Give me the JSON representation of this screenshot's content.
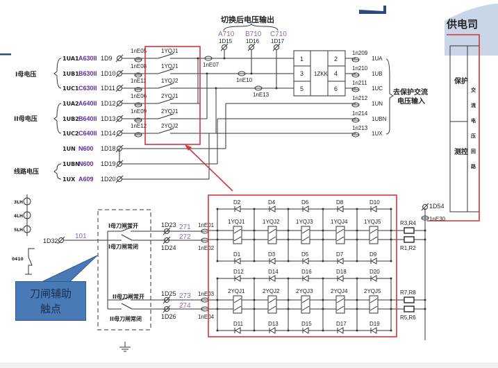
{
  "colors": {
    "highlight_box": "#d6333a",
    "callout": "#4a7ab5",
    "purple_text": "#5a2ca0"
  },
  "header": {
    "partial_title": "供电司"
  },
  "top": {
    "output_title": "切换后电压输出",
    "outputs": [
      {
        "code": "A710",
        "term": "1D15"
      },
      {
        "code": "B710",
        "term": "1D16"
      },
      {
        "code": "C710",
        "term": "1D17"
      }
    ],
    "groups": [
      "I母电压",
      "II母电压",
      "线路电压"
    ],
    "rows": [
      {
        "name": "1UA1",
        "code": "A630II",
        "term": "1D9",
        "ne": "1nE05",
        "contact": "1YQJ1"
      },
      {
        "name": "1UB1",
        "code": "B630II",
        "term": "1D10",
        "ne": "1nE08",
        "contact": "1YQJ1"
      },
      {
        "name": "1UC1",
        "code": "C630II",
        "term": "1D11",
        "ne": "1nE11",
        "contact": "1YQJ2"
      },
      {
        "name": "1UA2",
        "code": "A640II",
        "term": "1D12",
        "ne": "1nE06",
        "contact": "2YQJ1"
      },
      {
        "name": "1UB2",
        "code": "B640II",
        "term": "1D13",
        "ne": "1nE09",
        "contact": "2YQJ1"
      },
      {
        "name": "1UC2",
        "code": "C640II",
        "term": "1D14",
        "ne": "1nE12",
        "contact": "2YQJ2"
      },
      {
        "name": "1UN",
        "code": "N600",
        "term": "1D18"
      },
      {
        "name": "1UBN",
        "code": "N600",
        "term": "1D19"
      },
      {
        "name": "1UX",
        "code": "A609",
        "term": "1D20"
      }
    ],
    "junctions": [
      "1nE07",
      "1nE10",
      "1nE13"
    ],
    "switch": {
      "name": "1ZKK",
      "left": [
        "1",
        "3",
        "5"
      ],
      "right": [
        "2",
        "4",
        "6"
      ]
    },
    "outputs_right": [
      {
        "term": "1n209",
        "name": "1UA"
      },
      {
        "term": "1n210",
        "name": "1UB"
      },
      {
        "term": "1n211",
        "name": "1UC"
      },
      {
        "term": "1n212",
        "name": "1UN"
      },
      {
        "term": "1n214",
        "name": "1UBN"
      },
      {
        "term": "1n213",
        "name": "1UX"
      }
    ],
    "destination": [
      "去保护交流",
      "电压输入"
    ]
  },
  "panel": {
    "left": [
      "保护",
      "测控"
    ],
    "right": [
      "交",
      "流",
      "电",
      "压",
      "回",
      "路"
    ]
  },
  "bottom": {
    "fuses": [
      "3LH",
      "4LH",
      "5LH"
    ],
    "switch_label": "0410",
    "source_term": "1D32",
    "source_wire": "101",
    "contacts": [
      {
        "label": "I母刀闸常开",
        "term": "1D23",
        "wire": "271",
        "ne": "1nE01"
      },
      {
        "label": "I母刀闸常闭",
        "term": "1D24",
        "wire": "272",
        "ne": "1nE02"
      },
      {
        "label": "II母刀闸常开",
        "term": "1D25",
        "wire": "273",
        "ne": "1nE03"
      },
      {
        "label": "II母刀闸常闭",
        "term": "1D26",
        "wire": "274",
        "ne": "1nE04"
      }
    ],
    "relays1": [
      "1YQJ1",
      "1YQJ2",
      "1YQJ3",
      "1YQJ4",
      "1YQJ5"
    ],
    "relays2": [
      "2YQJ1",
      "2YQJ2",
      "2YQJ3",
      "2YQJ4",
      "2YQJ5"
    ],
    "diodes_top1": [
      "D2",
      "D4",
      "D6",
      "D8",
      "D10"
    ],
    "diodes_bot1": [
      "D1",
      "D3",
      "D5",
      "D7",
      "D9"
    ],
    "diodes_top2": [
      "D12",
      "D14",
      "D16",
      "D18",
      "D20"
    ],
    "diodes_bot2": [
      "D11",
      "D13",
      "D15",
      "D17",
      "D19"
    ],
    "resistors": [
      "R3,R4",
      "R1,R2",
      "R7,R8",
      "R5,R6"
    ],
    "right_term": "1D54",
    "right_ne": "1nE30",
    "callout": [
      "刀闸辅助",
      "触点"
    ]
  }
}
